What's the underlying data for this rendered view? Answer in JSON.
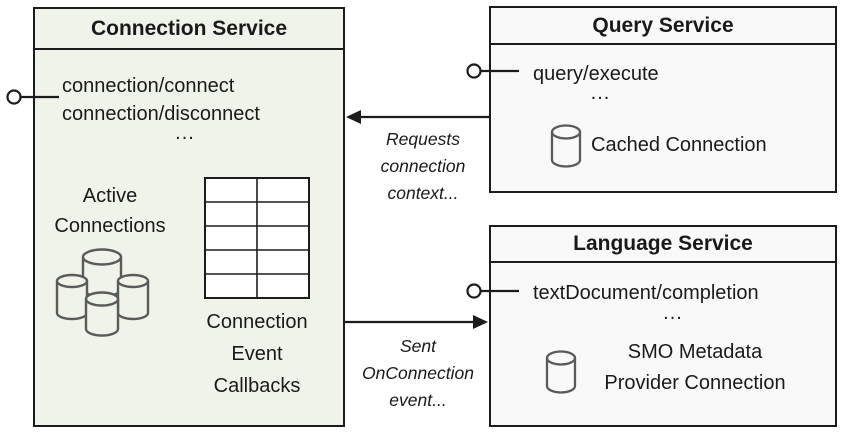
{
  "colors": {
    "connection_box_fill": "#f0f3e9",
    "service_box_fill": "#f9f9fa",
    "border": "#1c1c1c",
    "icon_stroke": "#5a5a5a"
  },
  "connection_service": {
    "title": "Connection Service",
    "methods": [
      "connection/connect",
      "connection/disconnect"
    ],
    "ellipsis": "...",
    "active_connections_label": [
      "Active",
      "Connections"
    ],
    "callbacks_label": [
      "Connection",
      "Event",
      "Callbacks"
    ]
  },
  "query_service": {
    "title": "Query Service",
    "method": "query/execute",
    "ellipsis": "...",
    "cached_connection_label": "Cached Connection"
  },
  "language_service": {
    "title": "Language Service",
    "method": "textDocument/completion",
    "ellipsis": "...",
    "provider_connection_label": [
      "SMO Metadata",
      "Provider Connection"
    ]
  },
  "edges": {
    "requests_label": [
      "Requests",
      "connection",
      "context..."
    ],
    "sent_label": [
      "Sent",
      "OnConnection",
      "event..."
    ]
  }
}
